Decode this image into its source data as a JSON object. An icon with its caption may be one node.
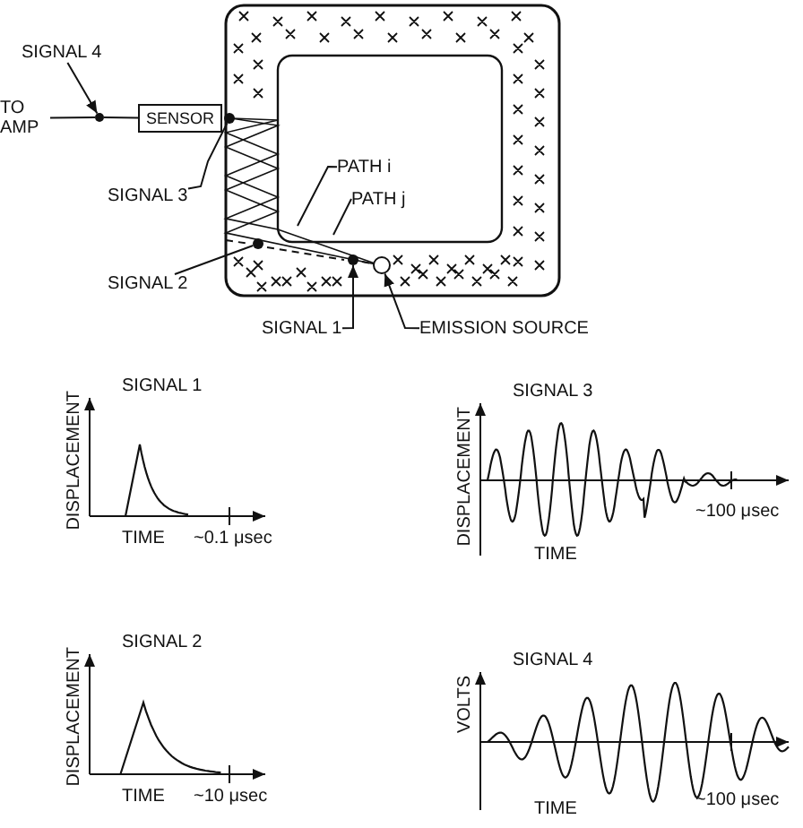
{
  "diagram": {
    "nodes": [
      {
        "text": [
          "SIGNAL 4"
        ]
      },
      {
        "text": [],
        "shape": "circle"
      },
      {
        "text": [
          "TO AMP"
        ]
      },
      {
        "text": [
          "SENSOR"
        ]
      },
      {
        "text": [
          "SIGNAL 3"
        ]
      },
      {
        "text": [],
        "shape": "circle"
      },
      {
        "text": [
          "PATH i"
        ]
      },
      {
        "text": [
          "PATH j"
        ]
      },
      {
        "text": [
          "SIGNAL 2"
        ]
      },
      {
        "text": [],
        "shape": "circle"
      },
      {
        "text": [
          "SIGNAL 1"
        ]
      },
      {
        "text": [],
        "shape": "circle"
      },
      {
        "text": [
          "EMISSION SOURCE"
        ]
      },
      {
        "text": [],
        "shape": "circle"
      }
    ],
    "edges": [
      {
        "from": 0,
        "to": 1,
        "arrow": "to"
      },
      {
        "from": 2,
        "to": 1,
        "arrow": "none"
      },
      {
        "from": 1,
        "to": 3,
        "arrow": "none"
      },
      {
        "from": 4,
        "to": 5,
        "arrow": "none"
      },
      {
        "from": 6,
        "to": null,
        "arrow": "none"
      },
      {
        "from": 7,
        "to": null,
        "arrow": "none"
      },
      {
        "from": 8,
        "to": 9,
        "arrow": "none"
      },
      {
        "from": 10,
        "to": 11,
        "arrow": "to"
      },
      {
        "from": 12,
        "to": 13,
        "arrow": "to"
      }
    ],
    "labels": [
      "SIGNAL 1",
      "DISPLACEMENT",
      "TIME",
      "~0.1 μsec",
      "SIGNAL 3",
      "DISPLACEMENT",
      "TIME",
      "~100 μsec",
      "SIGNAL 2",
      "DISPLACEMENT",
      "TIME",
      "~10 μsec",
      "SIGNAL 4",
      "VOLTS",
      "TIME",
      "~100 μsec"
    ]
  }
}
